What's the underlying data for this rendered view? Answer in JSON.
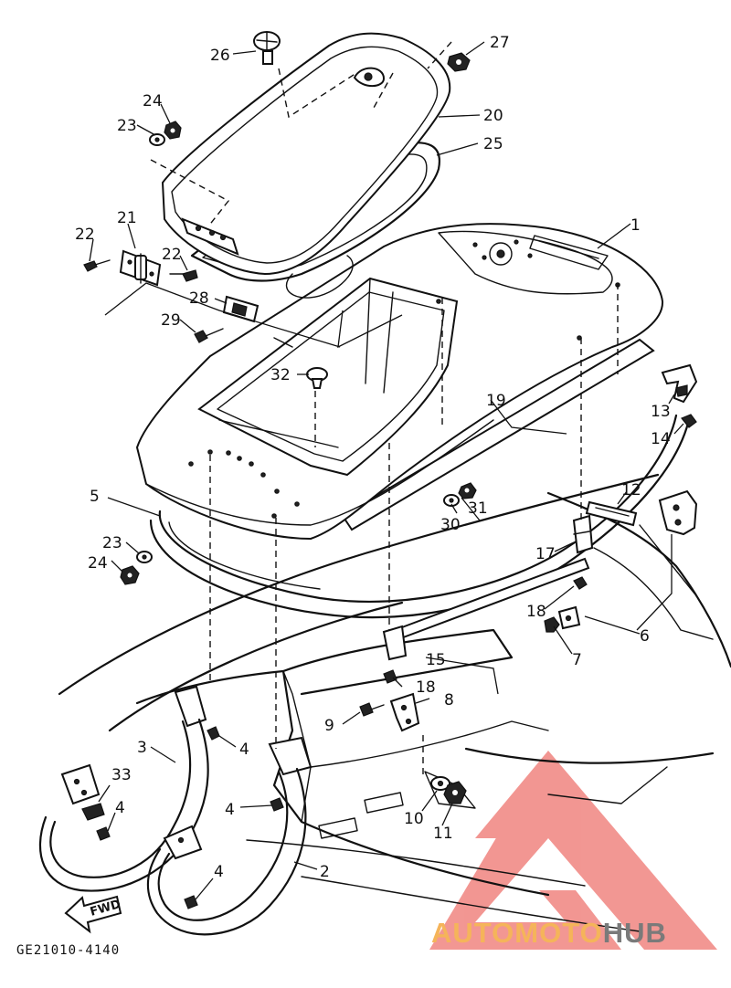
{
  "drawing_code": "GE21010-4140",
  "fwd_label": "FWD",
  "watermark": {
    "part1": "AUTO",
    "part2": "MOTO",
    "part3": "HUB",
    "logo_color": "#e8413a",
    "part1_color": "#f5b45a",
    "part3_color": "#7a7a7a"
  },
  "callouts": [
    {
      "id": "1",
      "label": "1"
    },
    {
      "id": "2",
      "label": "2"
    },
    {
      "id": "3",
      "label": "3"
    },
    {
      "id": "4a",
      "label": "4"
    },
    {
      "id": "4b",
      "label": "4"
    },
    {
      "id": "4c",
      "label": "4"
    },
    {
      "id": "4d",
      "label": "4"
    },
    {
      "id": "5",
      "label": "5"
    },
    {
      "id": "6",
      "label": "6"
    },
    {
      "id": "7",
      "label": "7"
    },
    {
      "id": "8",
      "label": "8"
    },
    {
      "id": "9",
      "label": "9"
    },
    {
      "id": "10",
      "label": "10"
    },
    {
      "id": "11",
      "label": "11"
    },
    {
      "id": "12",
      "label": "12"
    },
    {
      "id": "13",
      "label": "13"
    },
    {
      "id": "14",
      "label": "14"
    },
    {
      "id": "15",
      "label": "15"
    },
    {
      "id": "17",
      "label": "17"
    },
    {
      "id": "18a",
      "label": "18"
    },
    {
      "id": "18b",
      "label": "18"
    },
    {
      "id": "19",
      "label": "19"
    },
    {
      "id": "20",
      "label": "20"
    },
    {
      "id": "21",
      "label": "21"
    },
    {
      "id": "22a",
      "label": "22"
    },
    {
      "id": "22b",
      "label": "22"
    },
    {
      "id": "23a",
      "label": "23"
    },
    {
      "id": "23b",
      "label": "23"
    },
    {
      "id": "24a",
      "label": "24"
    },
    {
      "id": "24b",
      "label": "24"
    },
    {
      "id": "25",
      "label": "25"
    },
    {
      "id": "26",
      "label": "26"
    },
    {
      "id": "27",
      "label": "27"
    },
    {
      "id": "28",
      "label": "28"
    },
    {
      "id": "29",
      "label": "29"
    },
    {
      "id": "30",
      "label": "30"
    },
    {
      "id": "31",
      "label": "31"
    },
    {
      "id": "32",
      "label": "32"
    },
    {
      "id": "33",
      "label": "33"
    }
  ]
}
